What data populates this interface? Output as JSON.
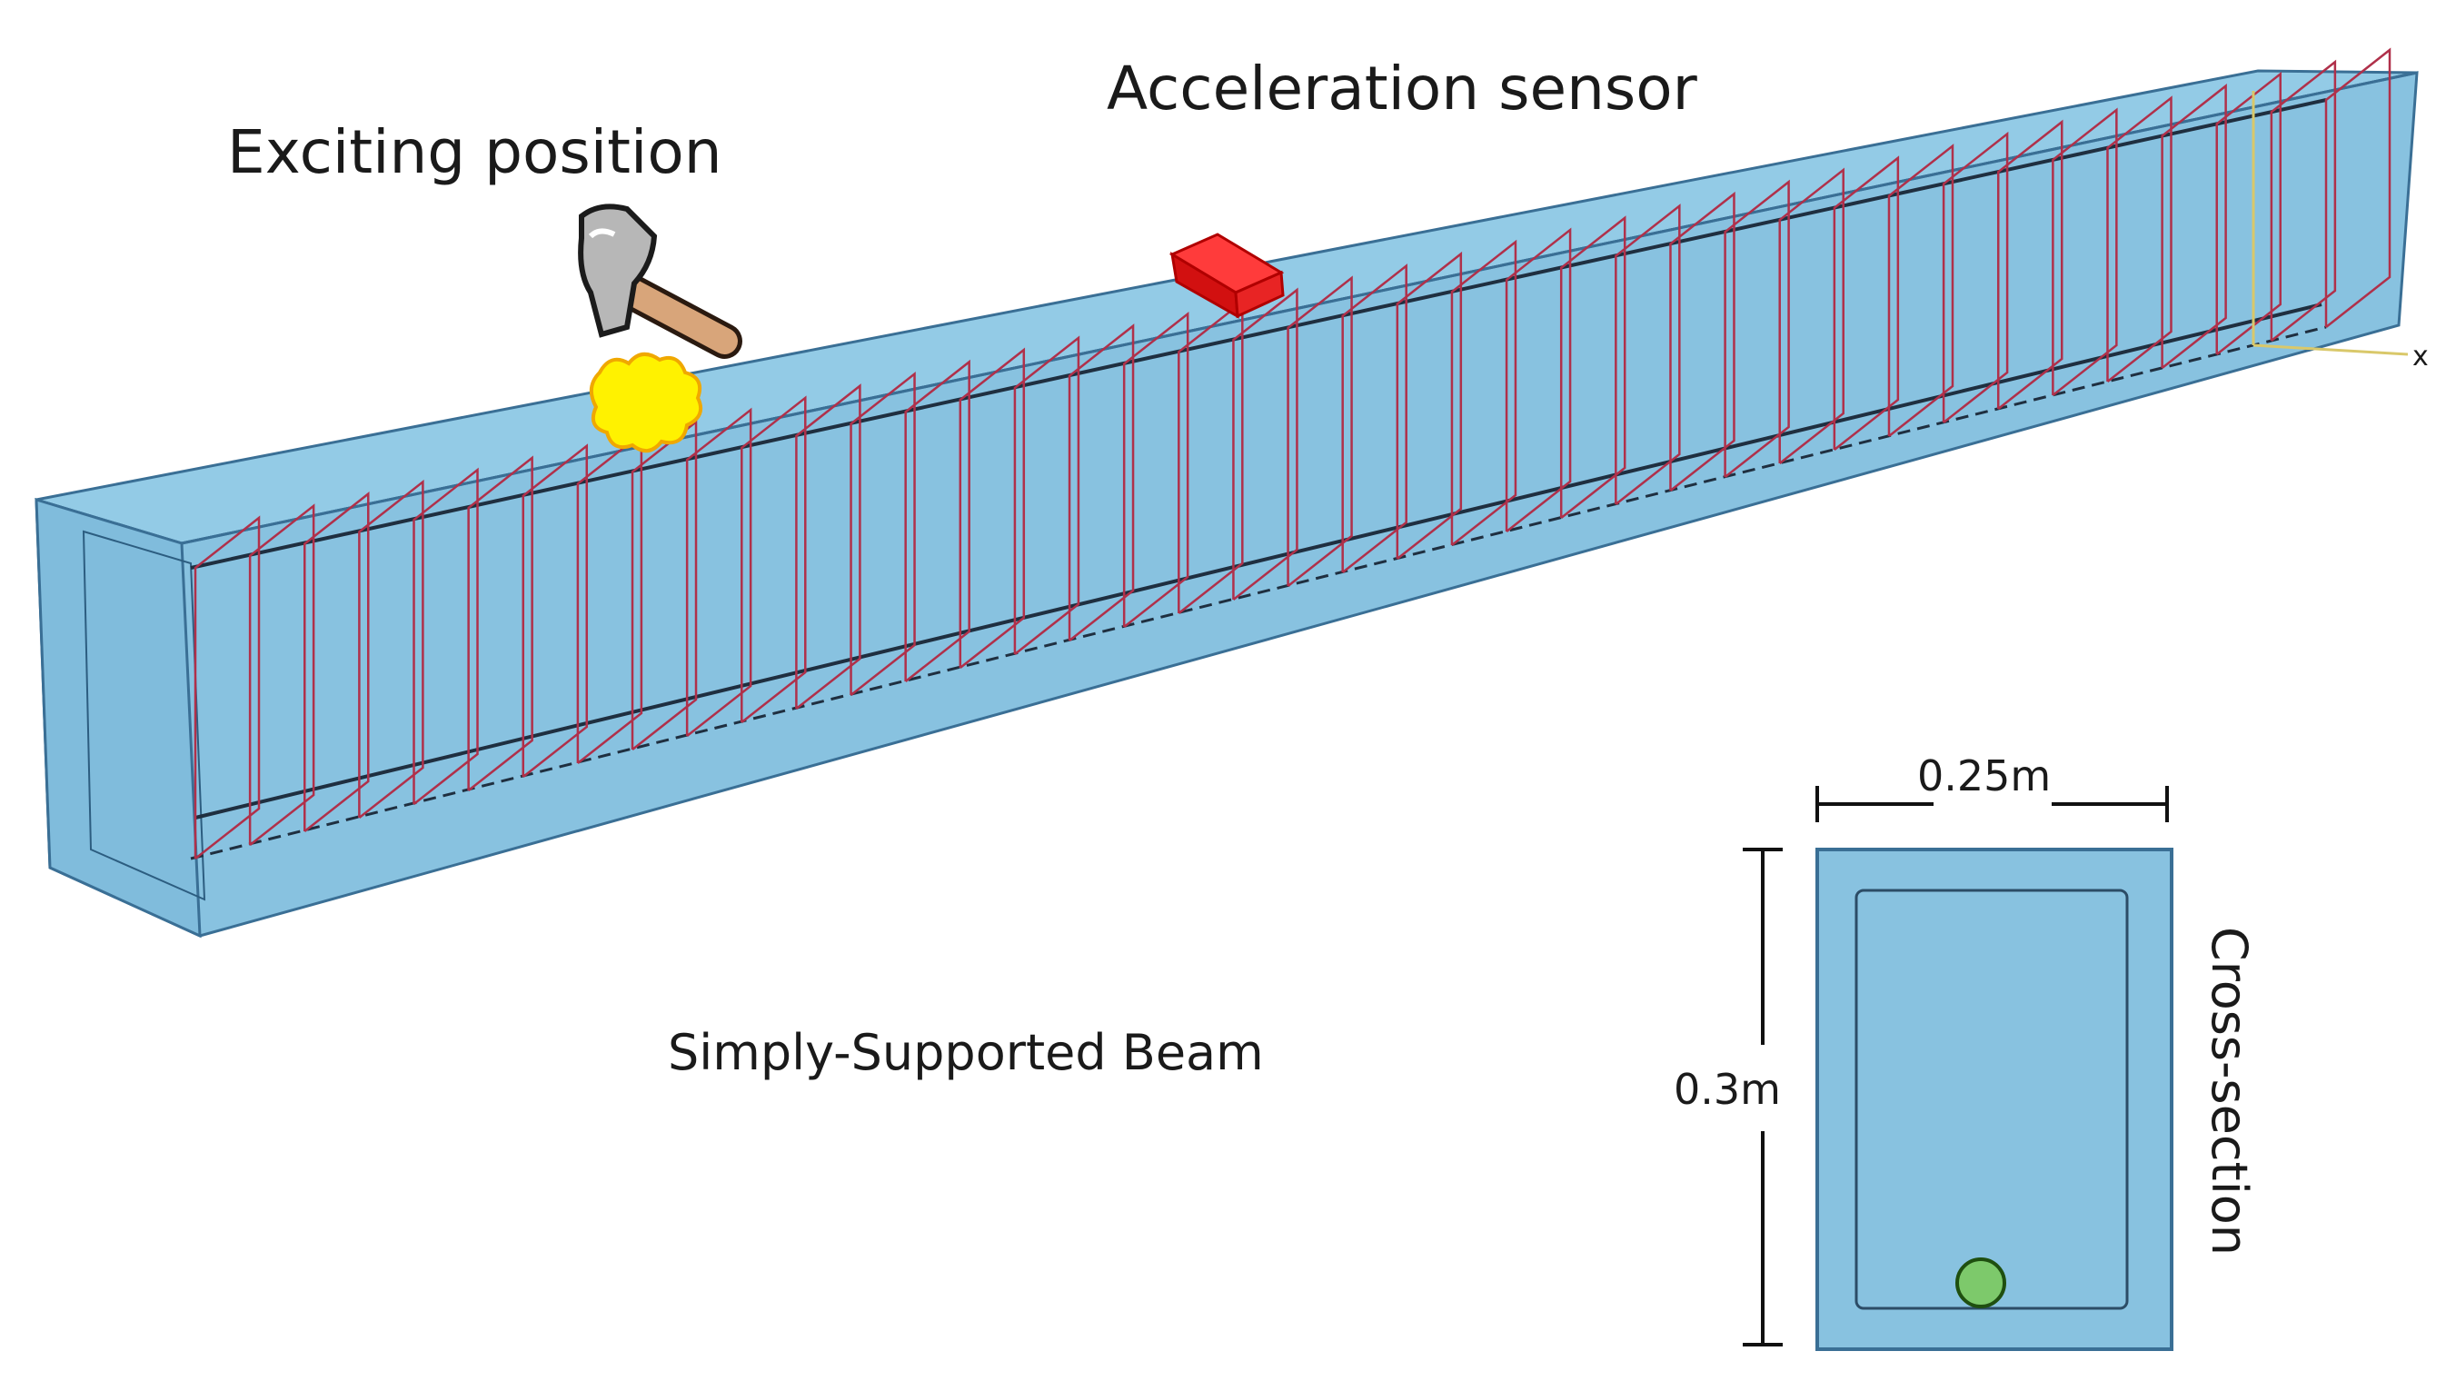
{
  "labels": {
    "exciting_position": "Exciting position",
    "acceleration_sensor": "Acceleration sensor",
    "beam_name": "Simply-Supported Beam",
    "cross_section": "Cross-section",
    "width": "0.25m",
    "height": "0.3m",
    "axis_x": "x"
  },
  "stirrup_count": 40,
  "icons": {
    "hammer": "hammer-icon",
    "impact": "impact-burst-icon",
    "sensor": "sensor-cube-icon"
  },
  "colors": {
    "beam_fill": "#8cc6e3",
    "beam_edge": "#3a6f95",
    "rebar": "#b0304a",
    "sensor": "#e01818",
    "impact": "#fff200",
    "bar_section": "#7dc96b"
  }
}
